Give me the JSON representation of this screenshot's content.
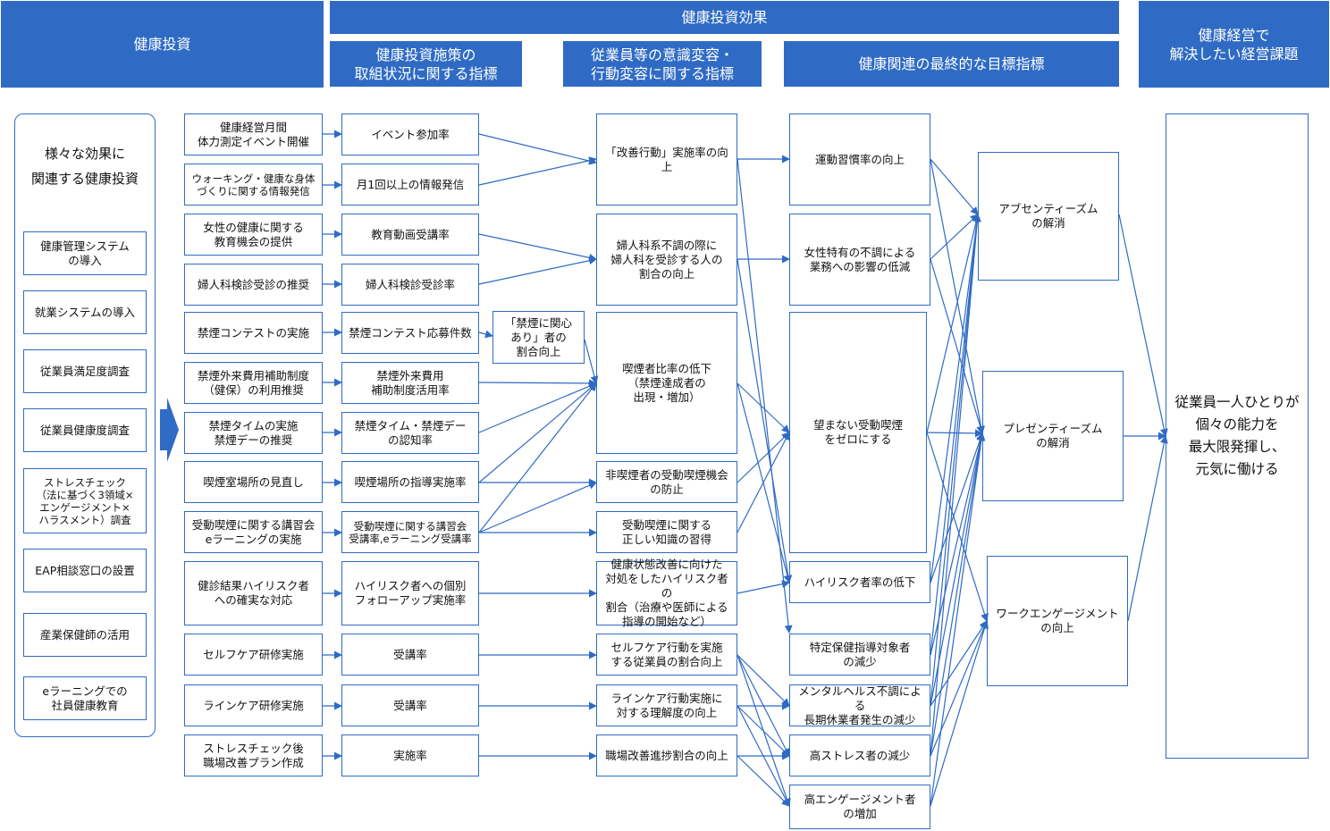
{
  "headers": {
    "investment": "健康投資",
    "effects": "健康投資効果",
    "policy_metrics": "健康投資施策の\n取組状況に関する指標",
    "awareness_metrics": "従業員等の意識変容・\n行動変容に関する指標",
    "final_metrics": "健康関連の最終的な目標指標",
    "management_issue": "健康経営で\n解決したい経営課題"
  },
  "left_panel": {
    "title": "様々な効果に\n関連する健康投資",
    "items": [
      "健康管理システム\nの導入",
      "就業システムの導入",
      "従業員満足度調査",
      "従業員健康度調査",
      "ストレスチェック\n（法に基づく3領域×\nエンゲージメント×\nハラスメント）調査",
      "EAP相談窓口の設置",
      "産業保健師の活用",
      "eラーニングでの\n社員健康教育"
    ]
  },
  "measures": [
    "健康経営月間\n体力測定イベント開催",
    "ウォーキング・健康な身体\nづくりに関する情報発信",
    "女性の健康に関する\n教育機会の提供",
    "婦人科検診受診の推奨",
    "禁煙コンテストの実施",
    "禁煙外来費用補助制度\n（健保）の利用推奨",
    "禁煙タイムの実施\n禁煙デーの推奨",
    "喫煙室場所の見直し",
    "受動喫煙に関する講習会\neラーニングの実施",
    "健診結果ハイリスク者\nへの確実な対応",
    "セルフケア研修実施",
    "ラインケア研修実施",
    "ストレスチェック後\n職場改善プラン作成"
  ],
  "policy_indicators": [
    "イベント参加率",
    "月1回以上の情報発信",
    "教育動画受講率",
    "婦人科検診受診率",
    "禁煙コンテスト応募件数",
    "禁煙外来費用\n補助制度活用率",
    "禁煙タイム・禁煙デー\nの認知率",
    "喫煙場所の指導実施率",
    "受動喫煙に関する講習会\n受講率,eラーニング受講率",
    "ハイリスク者への個別\nフォローアップ実施率",
    "受講率",
    "受講率",
    "実施率"
  ],
  "intermediate": "「禁煙に関心\nあり」者の\n割合向上",
  "behavior_indicators": [
    "「改善行動」実施率の向上",
    "婦人科系不調の際に\n婦人科を受診する人の\n割合の向上",
    "喫煙者比率の低下\n（禁煙達成者の\n出現・増加）",
    "非喫煙者の受動喫煙機会\nの防止",
    "受動喫煙に関する\n正しい知識の習得",
    "健康状態改善に向けた\n対処をしたハイリスク者の\n割合（治療や医師による\n指導の開始など）",
    "セルフケア行動を実施\nする従業員の割合向上",
    "ラインケア行動実施に\n対する理解度の向上",
    "職場改善進捗割合の向上"
  ],
  "final_indicators": [
    "運動習慣率の向上",
    "女性特有の不調による\n業務への影響の低減",
    "望まない受動喫煙\nをゼロにする",
    "ハイリスク者率の低下",
    "特定保健指導対象者\nの減少",
    "メンタルヘルス不調による\n長期休業者発生の減少",
    "高ストレス者の減少",
    "高エンゲージメント者\nの増加"
  ],
  "outcomes": [
    "アブセンティーズム\nの解消",
    "プレゼンティーズム\nの解消",
    "ワークエンゲージメント\nの向上"
  ],
  "goal": "従業員一人ひとりが\n個々の能力を\n最大限発揮し、\n元気に働ける",
  "colors": {
    "accent": "#2f6bc4",
    "text": "#111111"
  }
}
